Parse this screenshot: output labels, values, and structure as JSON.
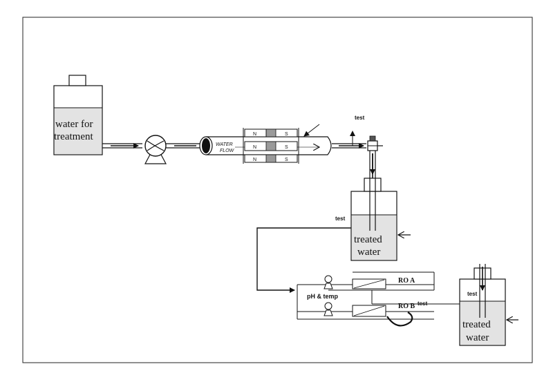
{
  "diagram": {
    "feed_tank_label_line1": "water for",
    "feed_tank_label_line2": "treatment",
    "magnet_label_water": "WATER",
    "magnet_label_flow": "FLOW",
    "pole_n": "N",
    "pole_s": "S",
    "test_label_top": "test",
    "test_label_tank2": "test",
    "tank2_label_line1": "treated",
    "tank2_label_line2": "water",
    "ph_temp_label": "pH & temp",
    "ro_a_label": "RO A",
    "ro_b_label": "RO B",
    "test_label_ro": "test",
    "test_label_tank3": "test",
    "tank3_label_line1": "treated",
    "tank3_label_line2": "water"
  }
}
